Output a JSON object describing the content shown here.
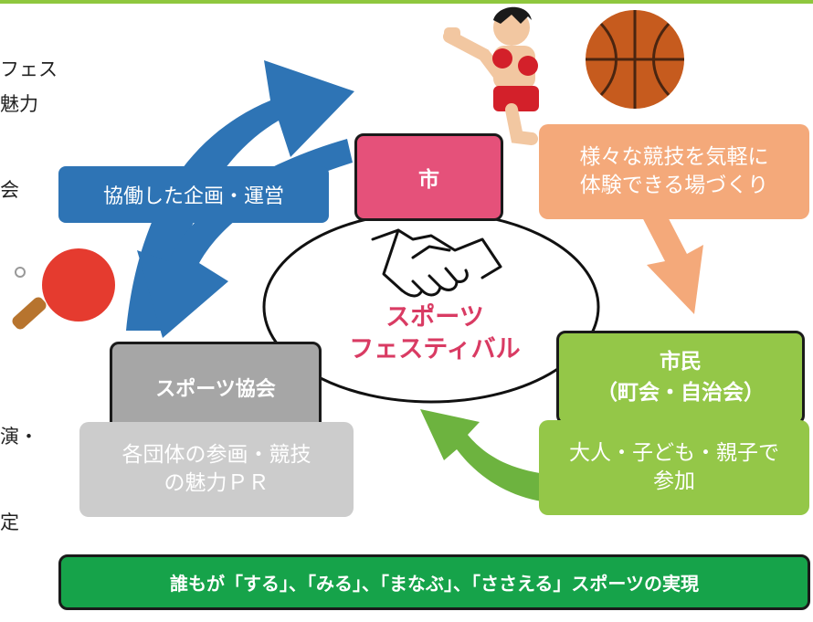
{
  "left_cut_text": {
    "line1": "フェス",
    "line2": "魅力",
    "line3": "会",
    "line4": "演・",
    "line5": "定"
  },
  "city": {
    "label": "市"
  },
  "collaboration": {
    "label": "協働した企画・運営"
  },
  "experience": {
    "line1": "様々な競技を気軽に",
    "line2": "体験できる場づくり"
  },
  "festival": {
    "line1": "スポーツ",
    "line2": "フェスティバル"
  },
  "citizens": {
    "line1": "市民",
    "line2": "（町会・自治会）"
  },
  "participation": {
    "line1": "大人・子ども・親子で",
    "line2": "参加"
  },
  "association": {
    "label": "スポーツ協会"
  },
  "pr": {
    "line1": "各団体の参画・競技",
    "line2": "の魅力ＰＲ"
  },
  "banner": {
    "label": "誰もが「する」、「みる」、「まなぶ」、「ささえる」スポーツの実現"
  },
  "colors": {
    "city": "#e5517a",
    "citizens": "#94c748",
    "association": "#a6a6a6",
    "collaboration": "#2e74b5",
    "experience": "#f4a97a",
    "banner": "#16a34a",
    "festival_text": "#d93b63"
  },
  "icons": [
    "handshake-icon",
    "kickboxer-illustration",
    "basketball-icon",
    "ping-pong-paddle-icon"
  ]
}
